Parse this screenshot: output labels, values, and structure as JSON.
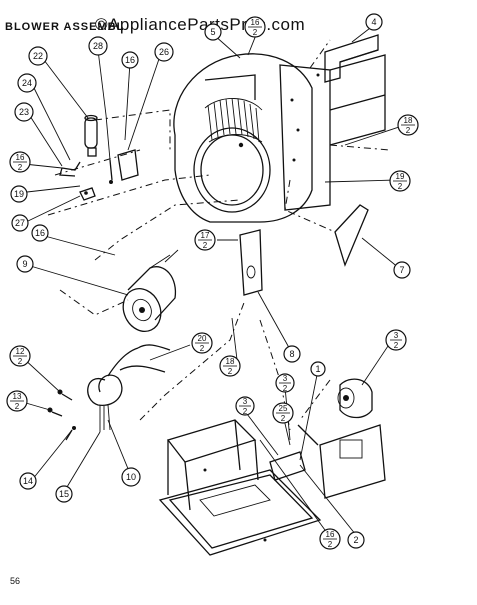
{
  "header": {
    "title": "BLOWER ASSEMBL"
  },
  "watermark": "©AppliancePartsPros.com",
  "page_number": "56",
  "callouts": [
    {
      "id": "c4",
      "text": "4"
    },
    {
      "id": "c5",
      "text": "5"
    },
    {
      "id": "c22",
      "text": "22"
    },
    {
      "id": "c28",
      "text": "28"
    },
    {
      "id": "c16a",
      "text": "16"
    },
    {
      "id": "c26",
      "text": "26"
    },
    {
      "id": "c24",
      "text": "24"
    },
    {
      "id": "c23",
      "text": "23"
    },
    {
      "id": "c19",
      "text": "19"
    },
    {
      "id": "c27",
      "text": "27"
    },
    {
      "id": "c16b",
      "text": "16"
    },
    {
      "id": "c9",
      "text": "9"
    },
    {
      "id": "c7",
      "text": "7"
    },
    {
      "id": "c8",
      "text": "8"
    },
    {
      "id": "c14",
      "text": "14"
    },
    {
      "id": "c10",
      "text": "10"
    },
    {
      "id": "c15",
      "text": "15"
    },
    {
      "id": "c1",
      "text": "1"
    },
    {
      "id": "c2",
      "text": "2"
    }
  ],
  "fraction_callouts": [
    {
      "id": "f16_2_top",
      "num": "16",
      "den": "2"
    },
    {
      "id": "f18_2",
      "num": "18",
      "den": "2"
    },
    {
      "id": "f19_2",
      "num": "19",
      "den": "2"
    },
    {
      "id": "f16_2_left",
      "num": "16",
      "den": "2"
    },
    {
      "id": "f17_2",
      "num": "17",
      "den": "2"
    },
    {
      "id": "f20_2",
      "num": "20",
      "den": "2"
    },
    {
      "id": "f18_2_mid",
      "num": "18",
      "den": "2"
    },
    {
      "id": "f12_2",
      "num": "12",
      "den": "2"
    },
    {
      "id": "f13_2",
      "num": "13",
      "den": "2"
    },
    {
      "id": "f3_2_right",
      "num": "3",
      "den": "2"
    },
    {
      "id": "f3_2_center",
      "num": "3",
      "den": "2"
    },
    {
      "id": "f3_2_left",
      "num": "3",
      "den": "2"
    },
    {
      "id": "f25_2",
      "num": "25",
      "den": "2"
    },
    {
      "id": "f16_2_bottom",
      "num": "16",
      "den": "2"
    }
  ]
}
